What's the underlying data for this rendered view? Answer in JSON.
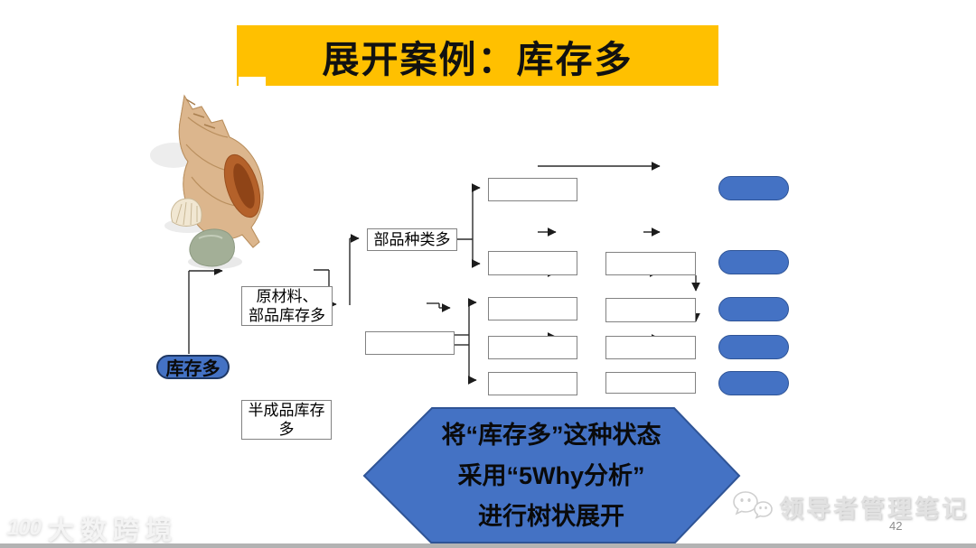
{
  "title": "展开案例：库存多",
  "page_number": "42",
  "tree": {
    "root_label": "库存多",
    "raw_material_line1": "原材料、",
    "raw_material_line2": "部品库存多",
    "semi_finished_label": "半成品库存多",
    "parts_variety_label": "部品种类多",
    "empty_boxes": {
      "level4_count": 5,
      "level5_count": 4,
      "result_capsule_count": 5
    }
  },
  "hexagon": {
    "line1": "将“库存多”这种状态",
    "line2": "采用“5Why分析”",
    "line3": "进行树状展开"
  },
  "watermark": {
    "logo_text": "100",
    "brand": "大数跨境"
  },
  "footer": {
    "wechat_label": "领导者管理笔记"
  },
  "colors": {
    "banner_yellow": "#FFC000",
    "shape_blue": "#4472C4",
    "shape_blue_border": "#2F5496",
    "box_border_gray": "#828282",
    "line_black": "#2b2b2b"
  }
}
